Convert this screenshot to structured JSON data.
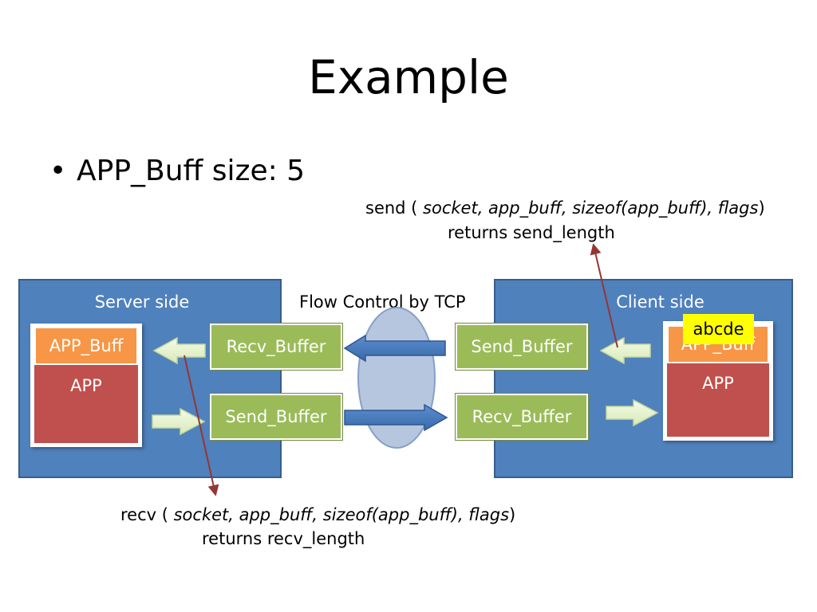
{
  "title": "Example",
  "bullet": {
    "text": "APP_Buff size: 5"
  },
  "send_call": {
    "prefix": "send ( ",
    "args": "socket,  app_buff, sizeof(app_buff), flags",
    "suffix": ")",
    "returns": "returns send_length"
  },
  "recv_call": {
    "prefix": "recv ( ",
    "args": "socket,  app_buff, sizeof(app_buff), flags",
    "suffix": ")",
    "returns": "returns recv_length"
  },
  "server": {
    "label": "Server side",
    "app_buff": "APP_Buff",
    "app": "APP",
    "recv_buffer": "Recv_Buffer",
    "send_buffer": "Send_Buffer"
  },
  "client": {
    "label": "Client side",
    "app_buff": "APP_Buff",
    "app": "APP",
    "send_buffer": "Send_Buffer",
    "recv_buffer": "Recv_Buffer"
  },
  "flow_control_label": "Flow Control by TCP",
  "data_label": "abcde",
  "colors": {
    "panel": "#4f81bd",
    "buffer": "#9bbb59",
    "app_buff": "#f79646",
    "app": "#c0504d",
    "highlight": "#ffff00",
    "pointer": "#943634"
  }
}
